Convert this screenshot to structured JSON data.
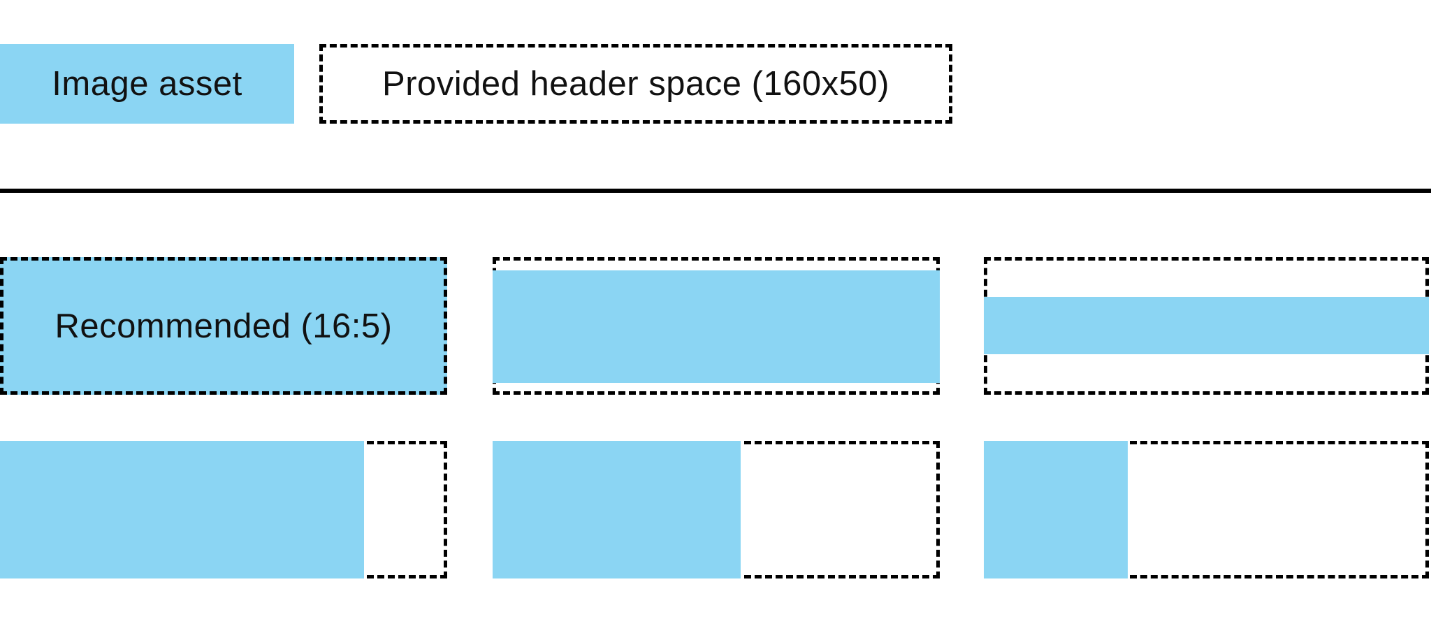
{
  "colors": {
    "asset_blue": "#8BD5F3",
    "line_black": "#000000",
    "text_black": "#111111",
    "background_white": "#FFFFFF"
  },
  "legend": {
    "image_asset": {
      "label": "Image asset"
    },
    "header_space": {
      "label": "Provided header space (160x50)"
    }
  },
  "examples": {
    "row1": [
      {
        "name": "recommended-full-bleed",
        "label": "Recommended (16:5)",
        "fill_width_pct": 100,
        "fill_height_pct": 100
      },
      {
        "name": "shorter-image-full-width",
        "label": "",
        "fill_width_pct": 100,
        "fill_height_pct": 82
      },
      {
        "name": "banner-strip-centered",
        "label": "",
        "fill_width_pct": 100,
        "fill_height_pct": 42
      }
    ],
    "row2": [
      {
        "name": "partial-width-left-large",
        "label": "",
        "fill_width_pct": 81,
        "fill_height_pct": 100
      },
      {
        "name": "partial-width-left-medium",
        "label": "",
        "fill_width_pct": 55,
        "fill_height_pct": 100
      },
      {
        "name": "partial-width-left-small",
        "label": "",
        "fill_width_pct": 32,
        "fill_height_pct": 100
      }
    ]
  }
}
